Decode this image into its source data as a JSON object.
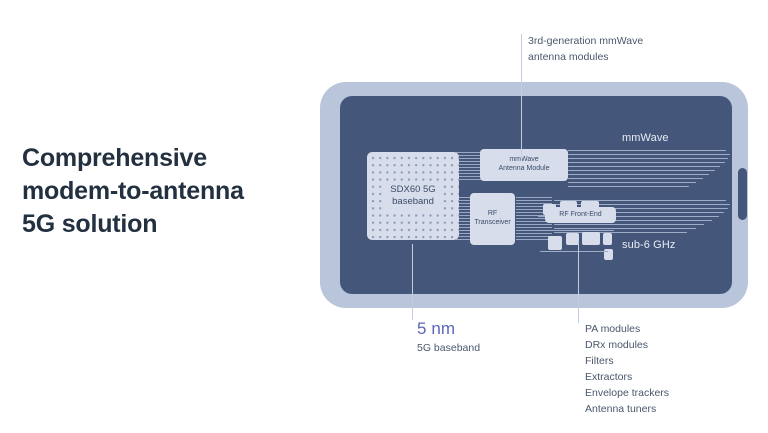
{
  "headline": {
    "lines": [
      "Comprehensive",
      "modem-to-antenna",
      "5G solution"
    ]
  },
  "colors": {
    "headline_text": "#22303f",
    "device_frame": "#b9c5da",
    "device_screen": "#44577a",
    "chip_fill": "#d7ddea",
    "chip_text": "#3a4c6b",
    "trace": "#9fadc8",
    "callout_text": "#49586b",
    "accent_blue": "#5a66b8",
    "screen_label": "#e8ecf4",
    "background": "#ffffff"
  },
  "diagram": {
    "blocks": [
      {
        "id": "baseband",
        "label_lines": [
          "SDX60 5G",
          "baseband"
        ]
      },
      {
        "id": "mmwave-module",
        "label_lines": [
          "mmWave",
          "Antenna Module"
        ]
      },
      {
        "id": "rf-transceiver",
        "label_lines": [
          "RF",
          "Transceiver"
        ]
      },
      {
        "id": "rf-frontend",
        "label_lines": [
          "RF Front-End"
        ]
      }
    ],
    "screen_labels": {
      "mmwave": "mmWave",
      "sub6": "sub-6 GHz"
    }
  },
  "callouts": {
    "top": {
      "lines": [
        "3rd-generation mmWave",
        "antenna modules"
      ]
    },
    "bottom_left": {
      "value": "5 nm",
      "subtitle": "5G baseband"
    },
    "bottom_right": {
      "items": [
        "PA modules",
        "DRx modules",
        "Filters",
        "Extractors",
        "Envelope trackers",
        "Antenna tuners"
      ]
    }
  }
}
